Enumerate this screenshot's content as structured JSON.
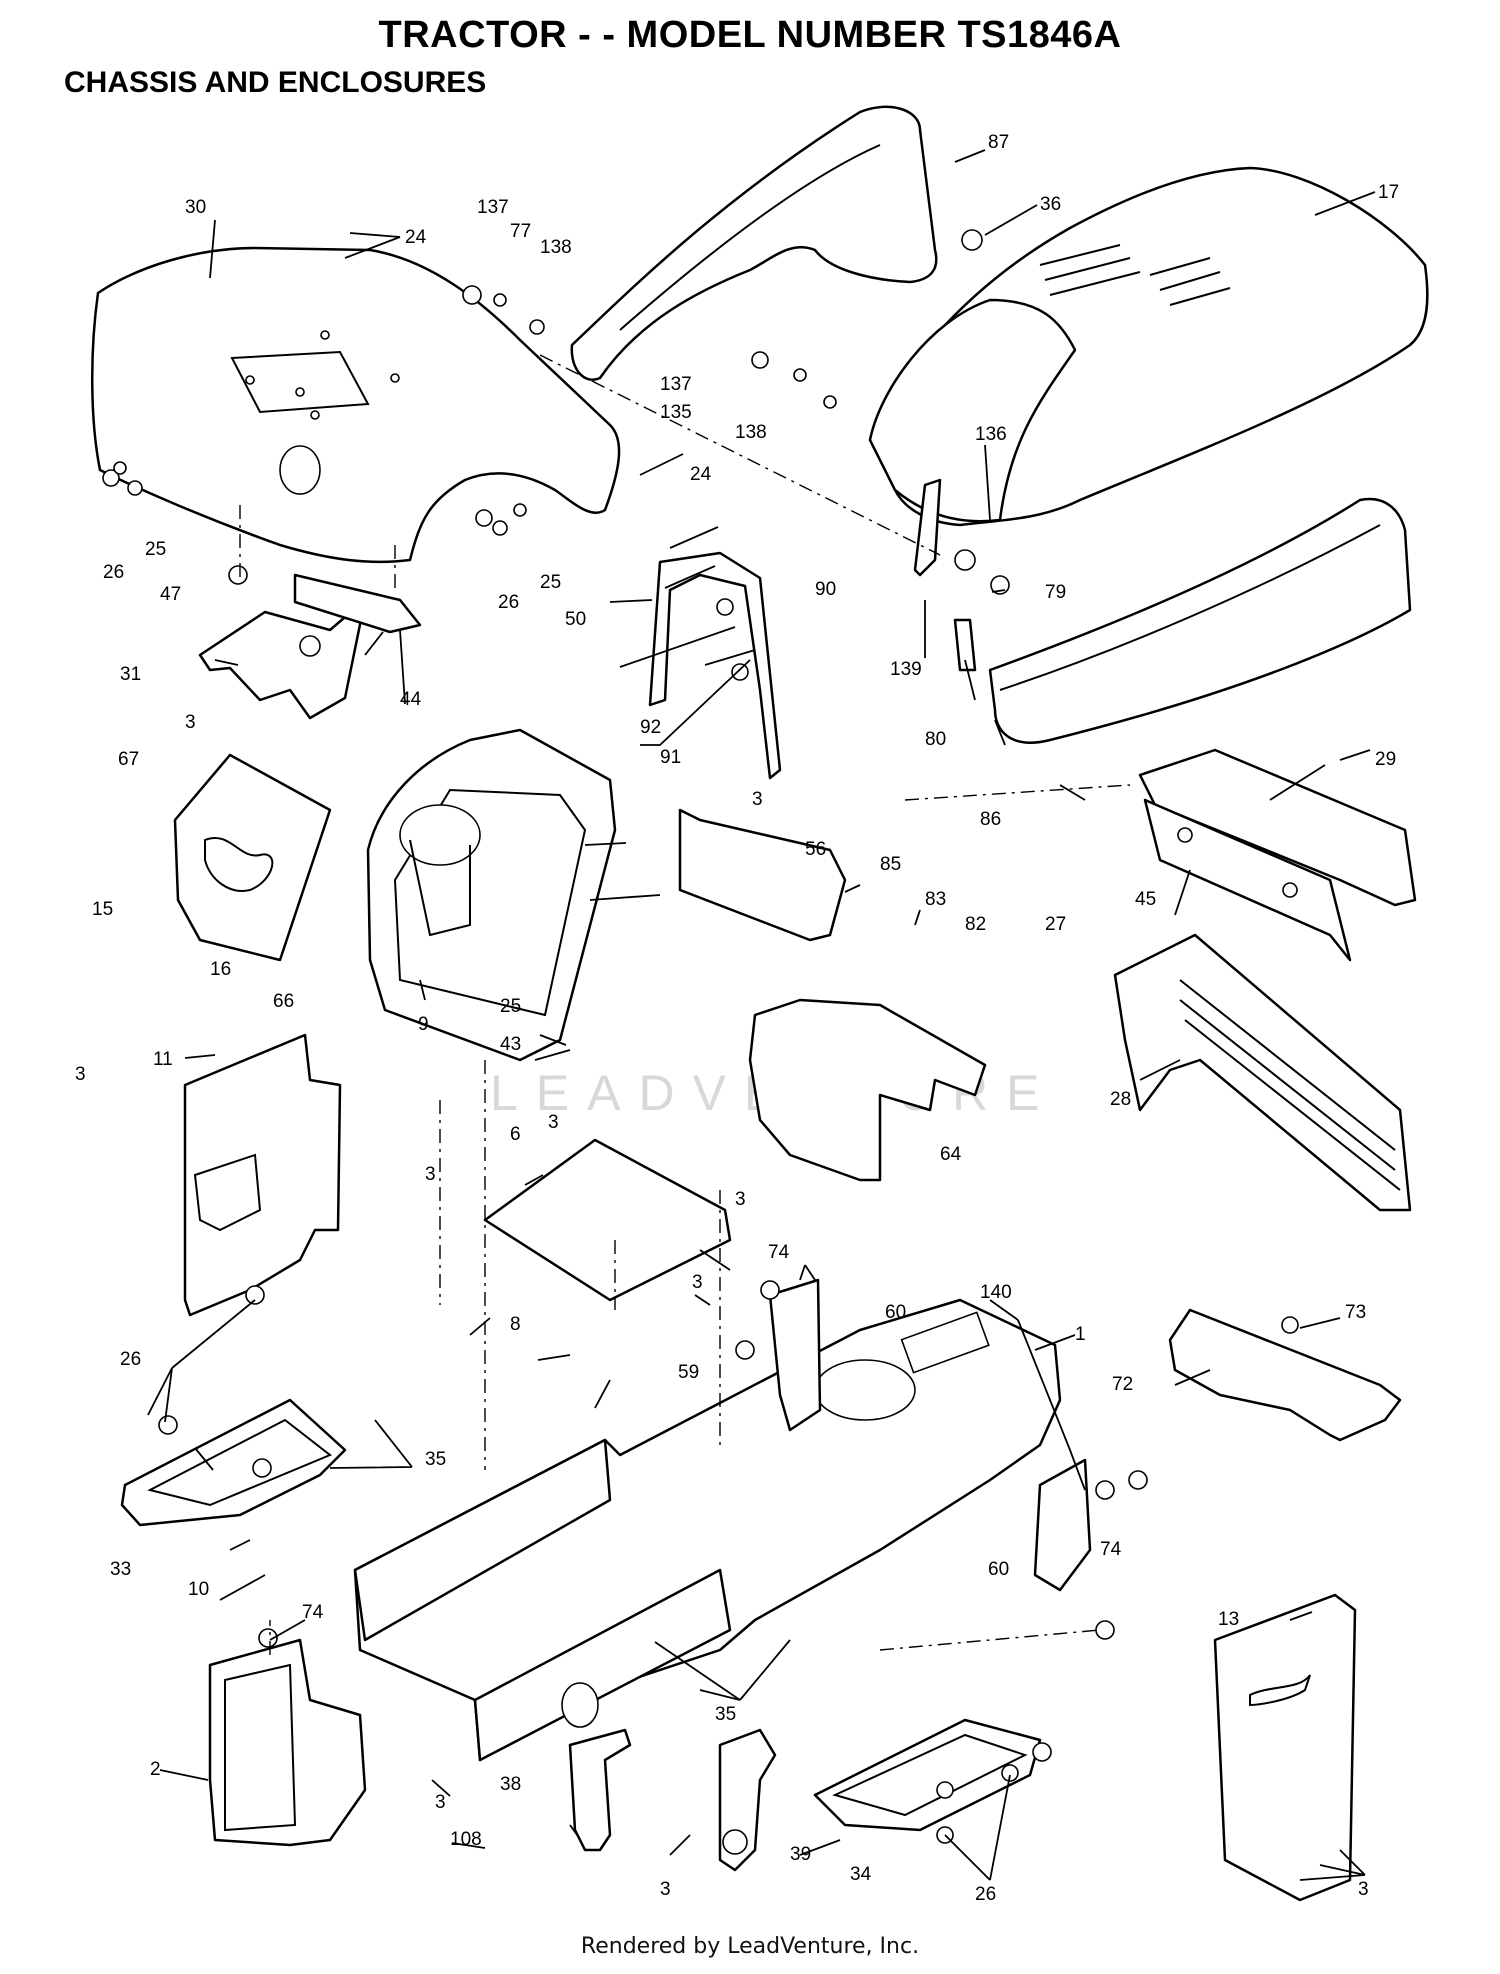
{
  "page": {
    "title": "TRACTOR - - MODEL NUMBER  TS1846A",
    "subtitle": "CHASSIS AND ENCLOSURES",
    "footer": "Rendered by LeadVenture, Inc."
  },
  "watermark": {
    "text": "LEADVENTURE"
  },
  "diagram": {
    "callouts": [
      "87",
      "17",
      "36",
      "30",
      "24",
      "137",
      "77",
      "138",
      "137",
      "135",
      "138",
      "136",
      "24",
      "25",
      "26",
      "26",
      "25",
      "47",
      "44",
      "31",
      "3",
      "90",
      "50",
      "92",
      "91",
      "3",
      "139",
      "80",
      "79",
      "86",
      "67",
      "15",
      "16",
      "66",
      "9",
      "25",
      "43",
      "56",
      "85",
      "83",
      "82",
      "29",
      "27",
      "45",
      "11",
      "3",
      "6",
      "3",
      "3",
      "3",
      "3",
      "64",
      "28",
      "8",
      "74",
      "140",
      "60",
      "1",
      "59",
      "73",
      "72",
      "26",
      "35",
      "33",
      "10",
      "74",
      "60",
      "74",
      "2",
      "3",
      "108",
      "38",
      "35",
      "3",
      "39",
      "34",
      "26",
      "13",
      "3"
    ]
  }
}
